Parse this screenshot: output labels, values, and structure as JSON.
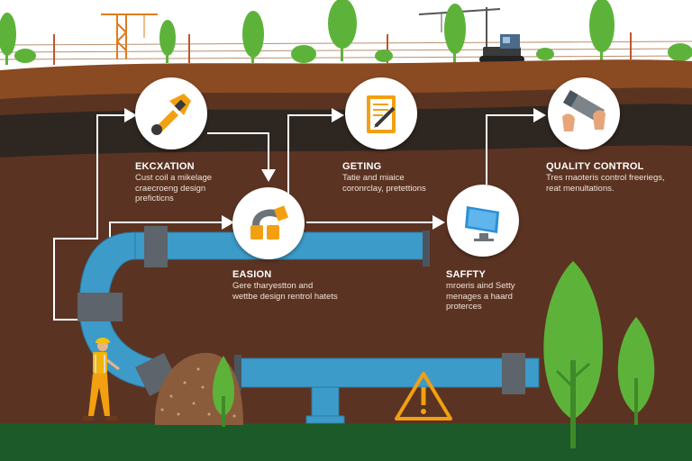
{
  "steps": [
    {
      "id": "excavation",
      "title": "EKCXATION",
      "description": "Cust coil a mikelage craecroeng design preficticns",
      "icon": "wrench-icon"
    },
    {
      "id": "getting",
      "title": "GETING",
      "description": "Tatie and miaice coronrclay, pretettions",
      "icon": "clipboard-pencil-icon"
    },
    {
      "id": "quality-control",
      "title": "QUALITY CONTROL",
      "description": "Tres rnaoteris control freeriegs, reat menultations.",
      "icon": "hands-holding-pipe-icon"
    },
    {
      "id": "easion",
      "title": "EASION",
      "description": "Gere tharyestton and wettbe design rentrol hatets",
      "icon": "pipe-fitting-icon"
    },
    {
      "id": "safety",
      "title": "SAFFTY",
      "description": "mroeris aind Setty menages a haard proterces",
      "icon": "monitor-icon"
    }
  ],
  "colors": {
    "sky": "#ffffff",
    "soil_top": "#8a4a22",
    "soil_mid": "#5a3420",
    "soil_dark": "#2e2620",
    "soil_deep": "#5b3322",
    "grass": "#1d5a2a",
    "pipe": "#3d9bc9",
    "pipe_joint": "#5d646b",
    "tree": "#5db33a",
    "icon_orange": "#f2a011",
    "warning": "#f2a011"
  }
}
